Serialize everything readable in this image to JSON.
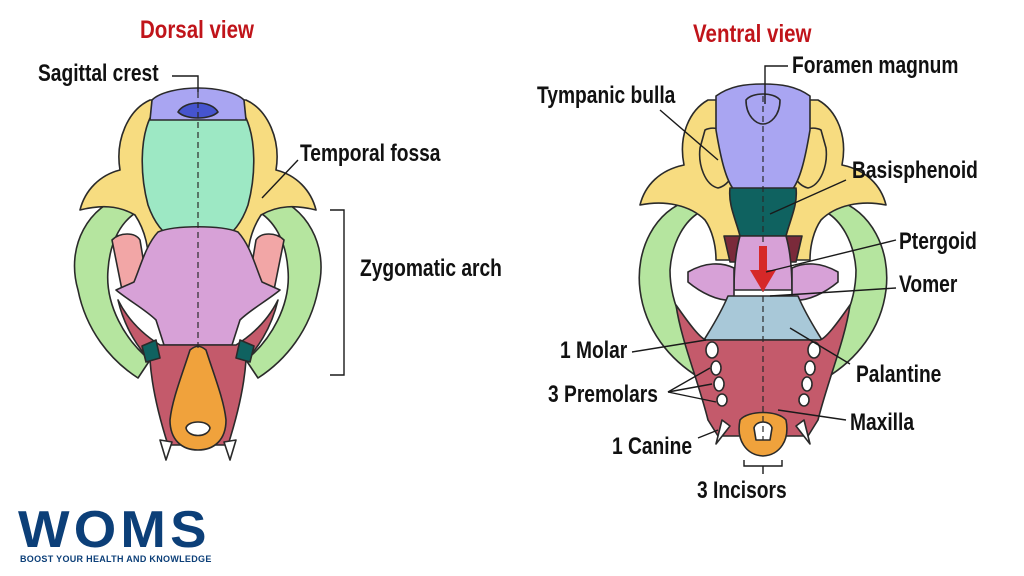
{
  "colors": {
    "title_red": "#c0141a",
    "bone_yellow": "#f7dc80",
    "green_light": "#b5e59f",
    "mint": "#9de8c4",
    "lilac": "#d7a1d7",
    "pink": "#f2a6a6",
    "maroon": "#c45a6b",
    "orange": "#f0a23c",
    "blue_violet": "#a9a5f2",
    "dark_blue": "#4654cf",
    "teal_dark": "#0f6260",
    "light_blue": "#a8c8d8",
    "arrow_red": "#d62828",
    "logo_blue": "#0c3f78"
  },
  "dorsal": {
    "title": "Dorsal view",
    "labels": {
      "sagittal_crest": "Sagittal crest",
      "temporal_fossa": "Temporal fossa",
      "zygomatic_arch": "Zygomatic arch"
    }
  },
  "ventral": {
    "title": "Ventral view",
    "labels": {
      "foramen_magnum": "Foramen magnum",
      "tympanic_bulla": "Tympanic bulla",
      "basisphenoid": "Basisphenoid",
      "ptergoid": "Ptergoid",
      "vomer": "Vomer",
      "molar": "1 Molar",
      "palantine": "Palantine",
      "premolars": "3 Premolars",
      "maxilla": "Maxilla",
      "canine": "1 Canine",
      "incisors": "3 Incisors"
    }
  },
  "logo": {
    "word": "WOMS",
    "tagline": "BOOST YOUR HEALTH AND KNOWLEDGE"
  }
}
